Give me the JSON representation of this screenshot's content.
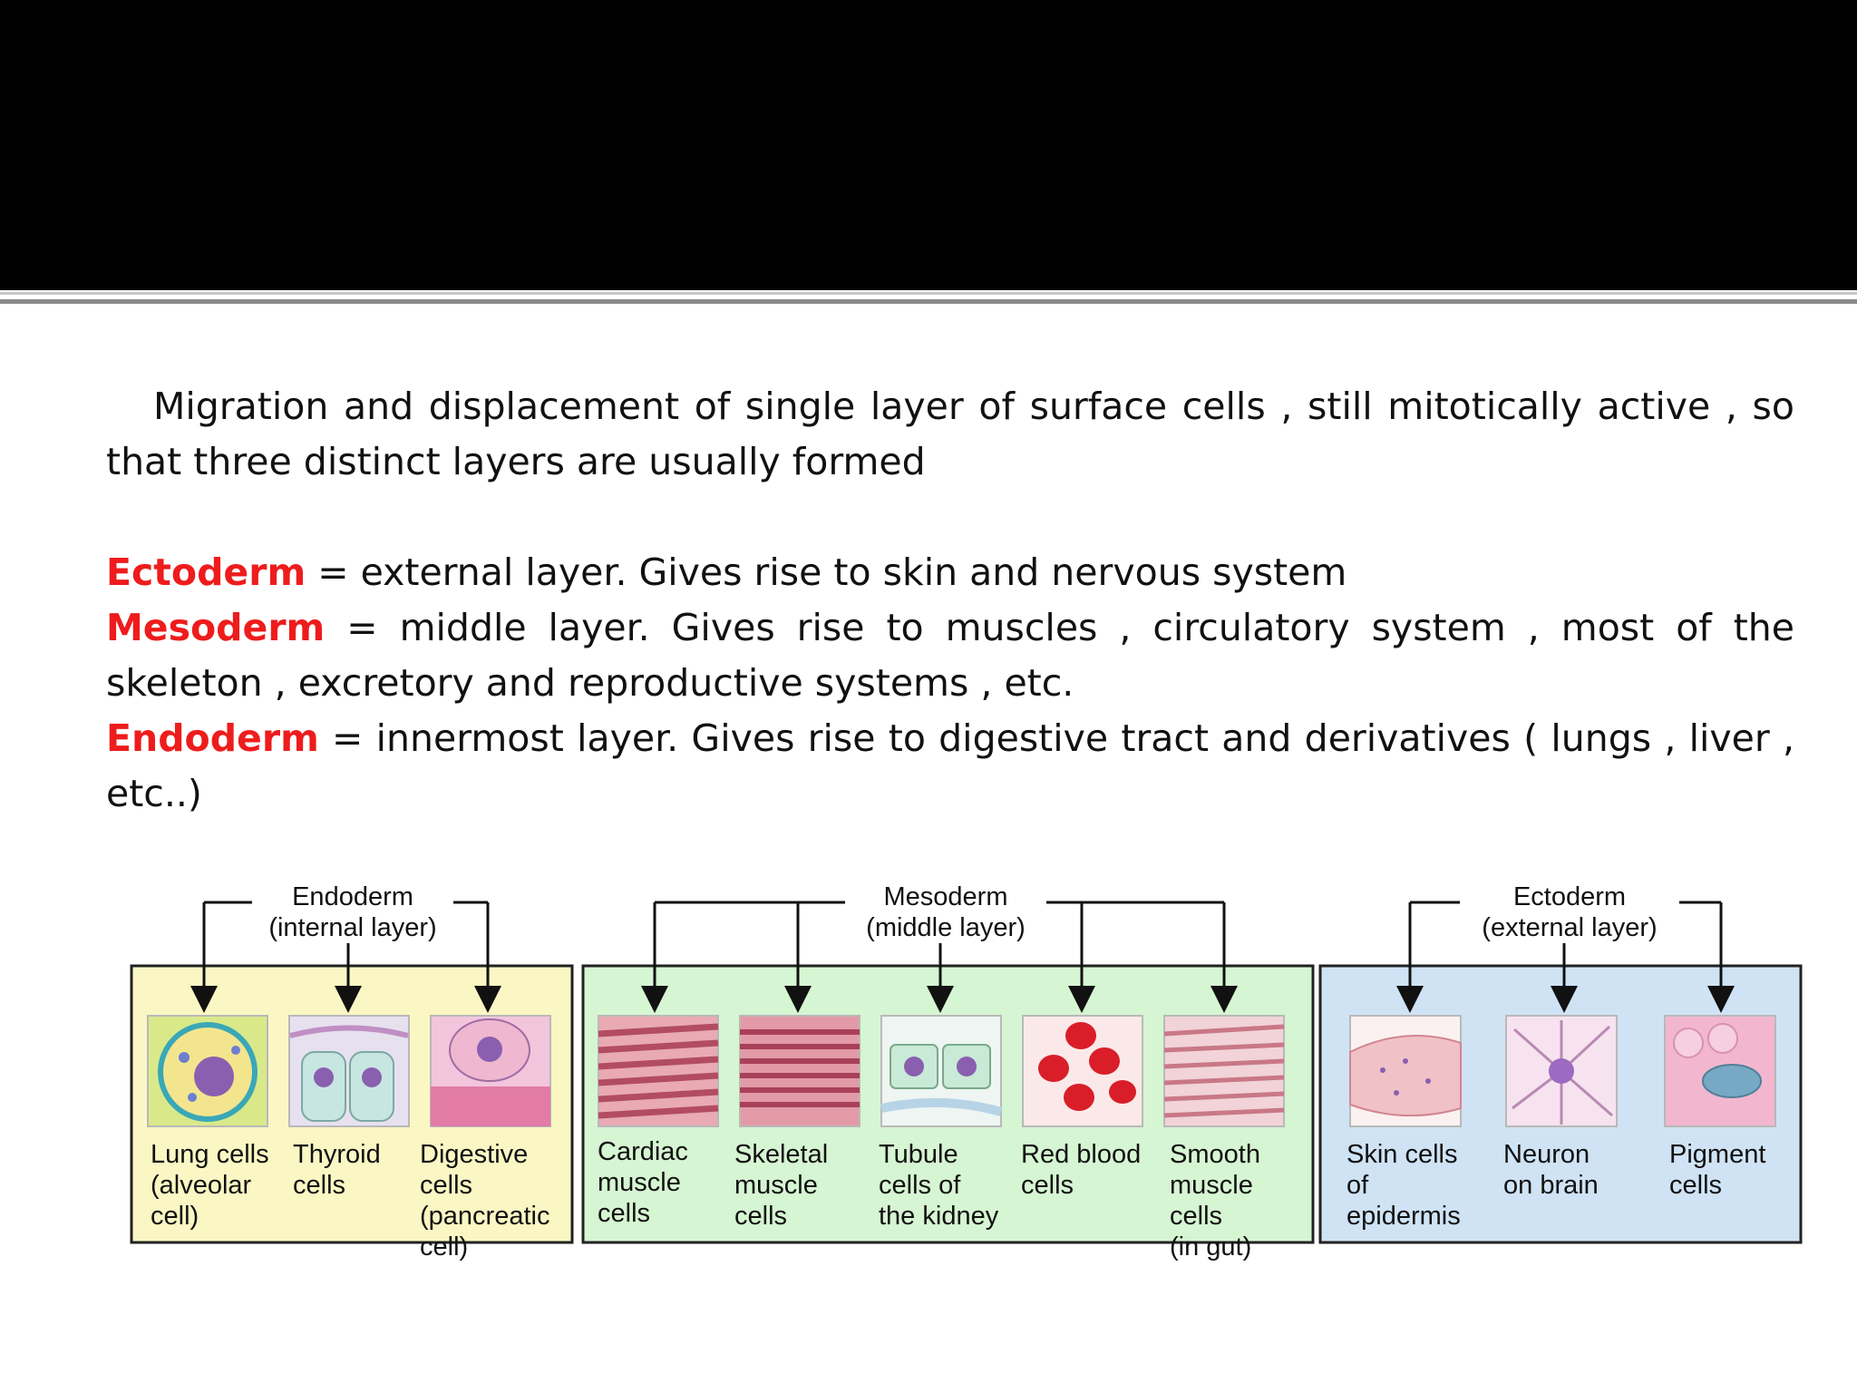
{
  "slide": {
    "intro": "Migration and displacement of single layer of surface cells , still mitotically active , so that three distinct layers are usually formed",
    "ectoderm": {
      "term": "Ectoderm",
      "desc": " = external layer. Gives rise to skin and nervous system"
    },
    "mesoderm": {
      "term": "Mesoderm",
      "desc": " = middle layer. Gives rise to muscles , circulatory system , most of the skeleton , excretory and reproductive systems , etc."
    },
    "endoderm": {
      "term": "Endoderm",
      "desc": " = innermost layer. Gives rise to digestive tract and derivatives ( lungs , liver , etc..)"
    }
  },
  "diagram": {
    "endoderm": {
      "name": "Endoderm",
      "sub": "(internal layer)",
      "color": "#fbf7c4",
      "cells": [
        {
          "caption": "Lung cells\n(alveolar\ncell)",
          "icon": "lung-cell-icon"
        },
        {
          "caption": "Thyroid\ncells",
          "icon": "thyroid-cell-icon"
        },
        {
          "caption": "Digestive\ncells\n(pancreatic\ncell)",
          "icon": "digestive-cell-icon"
        }
      ]
    },
    "mesoderm": {
      "name": "Mesoderm",
      "sub": "(middle layer)",
      "color": "#d6f5d2",
      "cells": [
        {
          "caption": "Cardiac\nmuscle\ncells",
          "icon": "cardiac-muscle-icon"
        },
        {
          "caption": "Skeletal\nmuscle\ncells",
          "icon": "skeletal-muscle-icon"
        },
        {
          "caption": "Tubule\ncells of\nthe kidney",
          "icon": "kidney-tubule-icon"
        },
        {
          "caption": "Red blood\ncells",
          "icon": "red-blood-cell-icon"
        },
        {
          "caption": "Smooth\nmuscle\ncells\n(in gut)",
          "icon": "smooth-muscle-icon"
        }
      ]
    },
    "ectoderm": {
      "name": "Ectoderm",
      "sub": "(external layer)",
      "color": "#cfe3f5",
      "cells": [
        {
          "caption": "Skin cells\nof\nepidermis",
          "icon": "skin-cell-icon"
        },
        {
          "caption": "Neuron\non brain",
          "icon": "neuron-icon"
        },
        {
          "caption": "Pigment\ncells",
          "icon": "pigment-cell-icon"
        }
      ]
    }
  }
}
